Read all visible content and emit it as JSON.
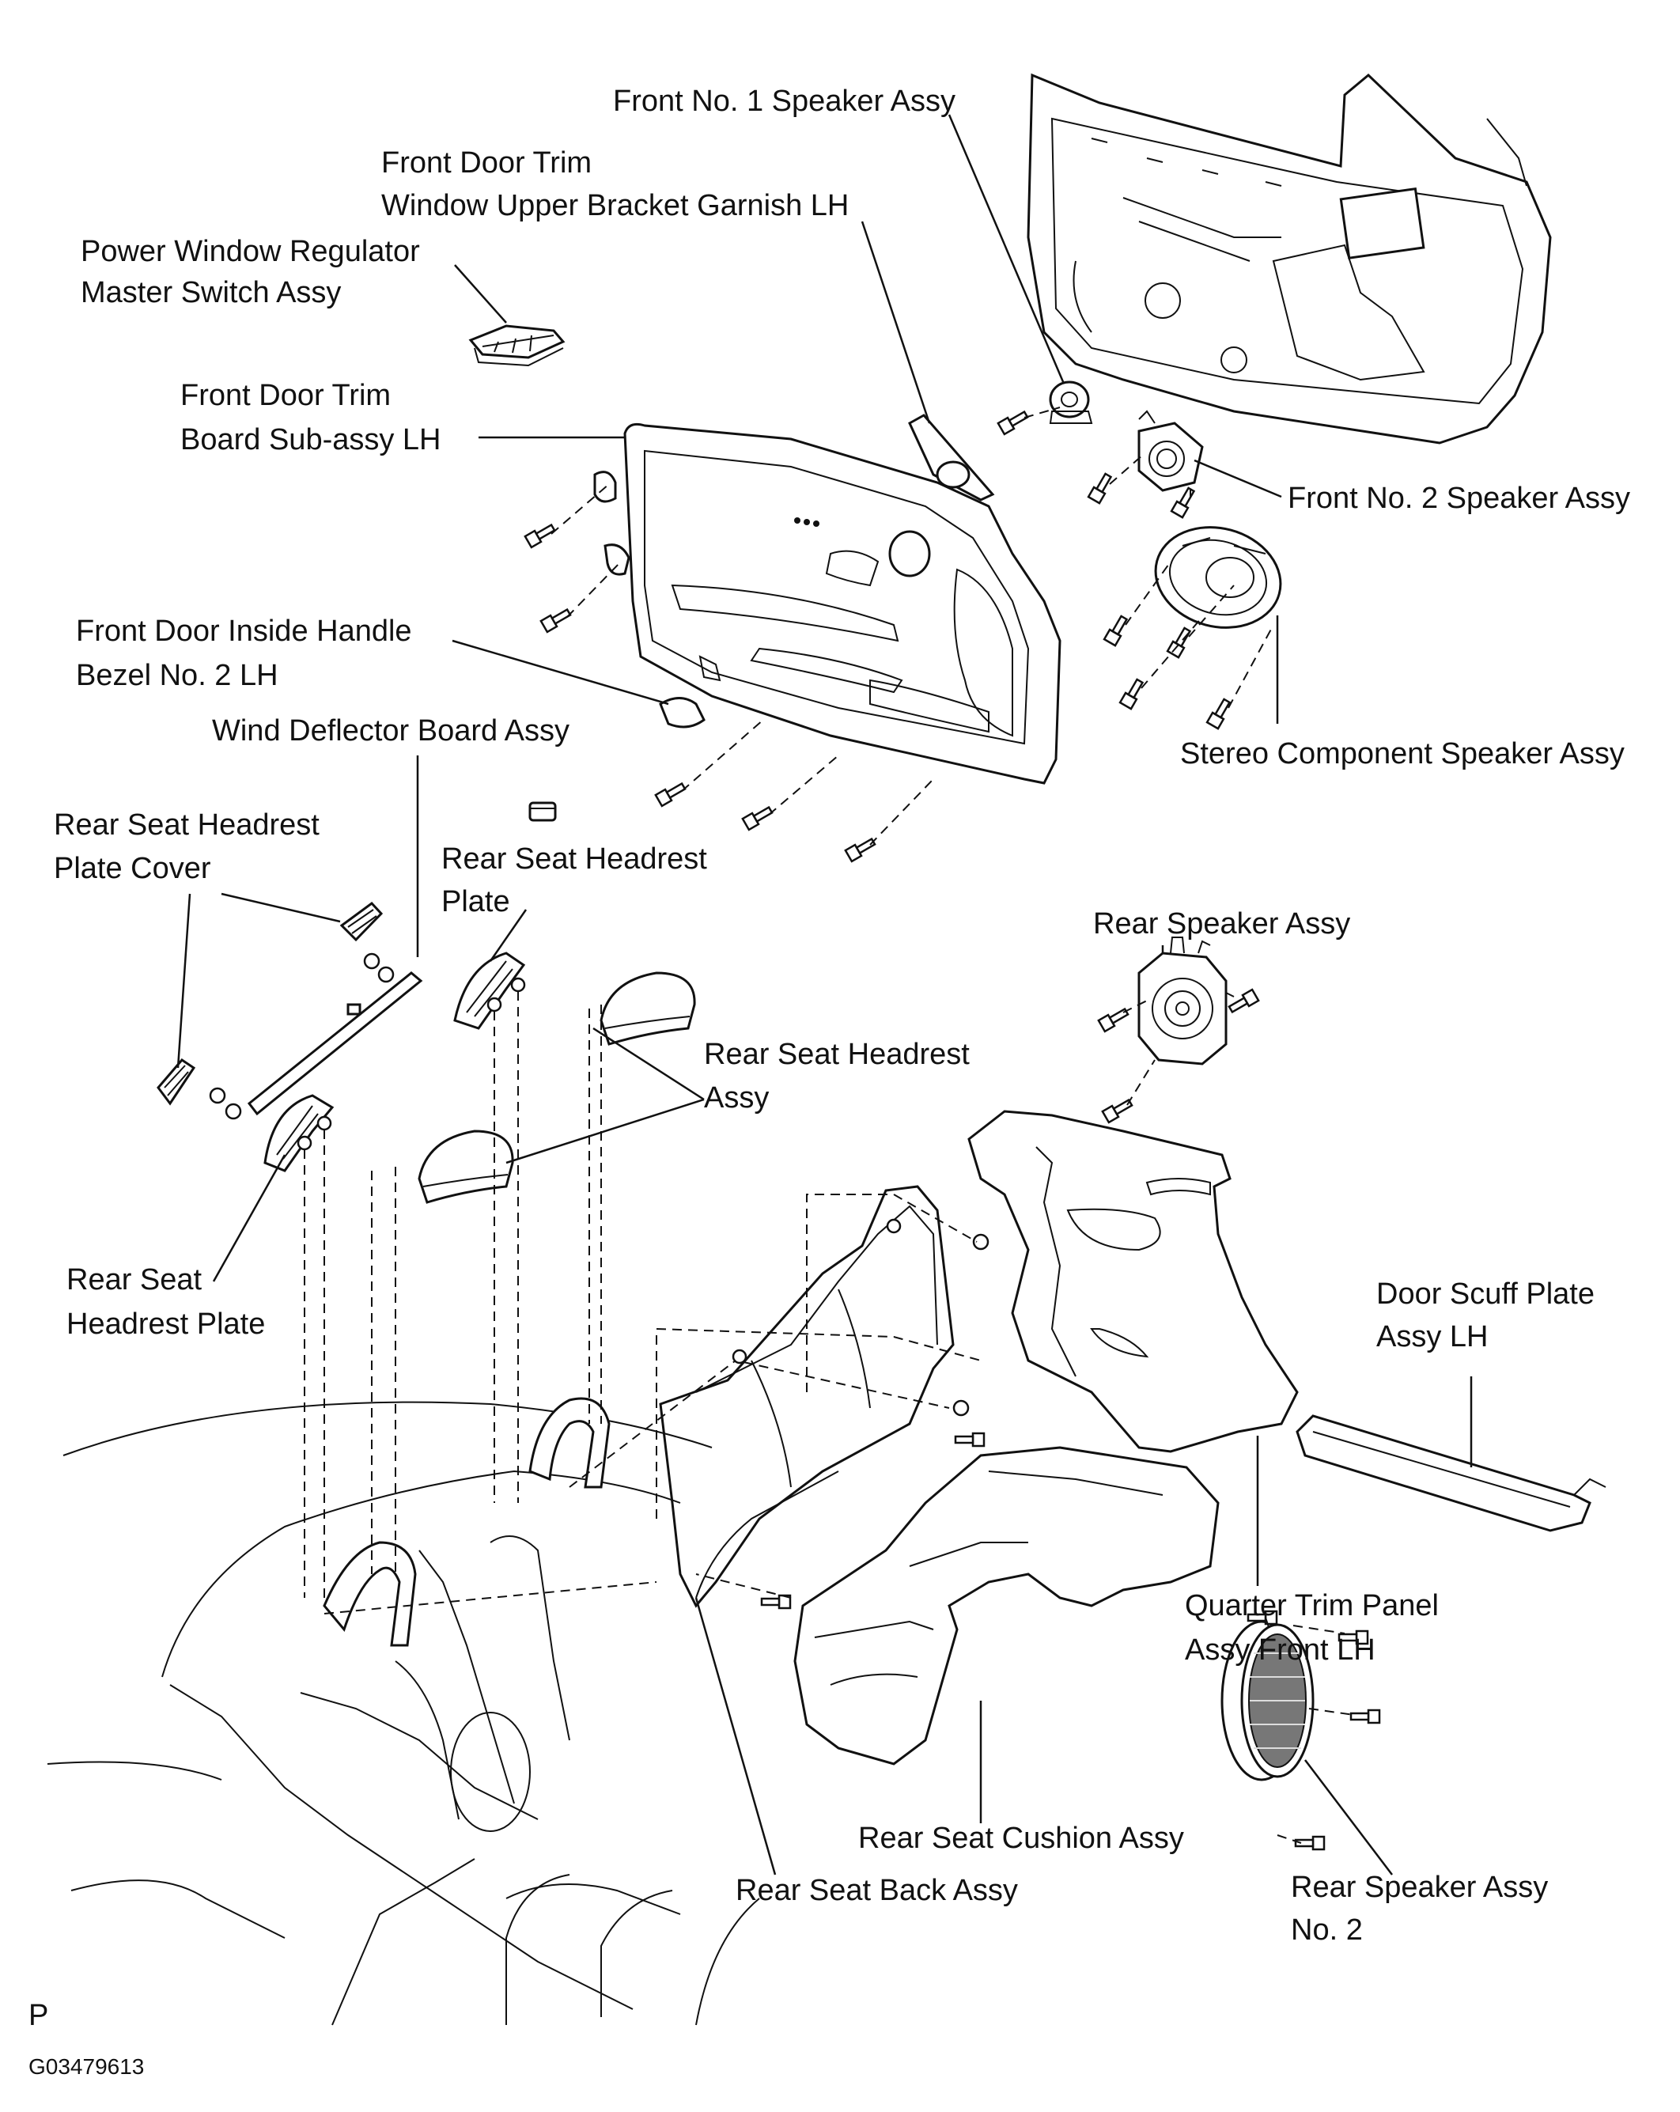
{
  "labels": {
    "front_no1_speaker": "Front No. 1 Speaker Assy",
    "front_door_trim_garnish_l1": "Front Door Trim",
    "front_door_trim_garnish_l2": "Window Upper Bracket Garnish LH",
    "power_window_switch_l1": "Power Window Regulator",
    "power_window_switch_l2": "Master Switch Assy",
    "front_door_trim_board_l1": "Front Door Trim",
    "front_door_trim_board_l2": "Board Sub-assy LH",
    "front_no2_speaker": "Front No. 2 Speaker Assy",
    "inside_handle_bezel_l1": "Front Door Inside Handle",
    "inside_handle_bezel_l2": "Bezel No. 2 LH",
    "wind_deflector": "Wind Deflector Board Assy",
    "stereo_component_speaker": "Stereo Component Speaker Assy",
    "headrest_plate_cover_l1": "Rear Seat Headrest",
    "headrest_plate_cover_l2": "Plate Cover",
    "headrest_plate_top_l1": "Rear Seat Headrest",
    "headrest_plate_top_l2": "Plate",
    "rear_speaker": "Rear Speaker Assy",
    "headrest_assy_l1": "Rear Seat Headrest",
    "headrest_assy_l2": "Assy",
    "headrest_plate_bottom_l1": "Rear Seat",
    "headrest_plate_bottom_l2": "Headrest Plate",
    "door_scuff_plate_l1": "Door Scuff Plate",
    "door_scuff_plate_l2": "Assy LH",
    "quarter_trim_panel_l1": "Quarter Trim Panel",
    "quarter_trim_panel_l2": "Assy Front LH",
    "rear_seat_cushion": "Rear Seat Cushion Assy",
    "rear_seat_back": "Rear Seat Back Assy",
    "rear_speaker_no2_l1": "Rear Speaker Assy",
    "rear_speaker_no2_l2": "No. 2",
    "corner_code": "P",
    "figure_id": "G03479613"
  }
}
